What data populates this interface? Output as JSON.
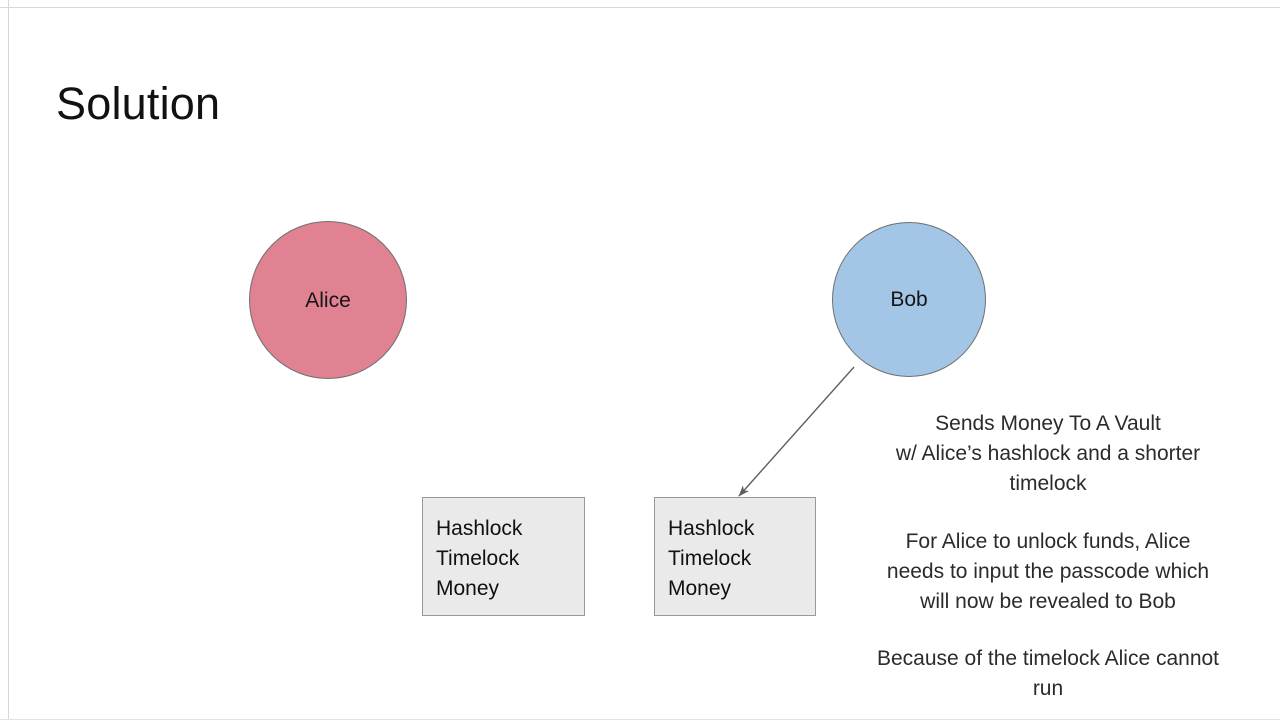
{
  "slide": {
    "title": "Solution",
    "background_color": "#ffffff"
  },
  "actors": [
    {
      "id": "alice",
      "label": "Alice",
      "fill_color": "#e08291",
      "stroke_color": "#6f6f6f"
    },
    {
      "id": "bob",
      "label": "Bob",
      "fill_color": "#a3c6e6",
      "stroke_color": "#6f6f6f"
    }
  ],
  "contracts": [
    {
      "id": "alice-contract",
      "owner": "alice",
      "fill_color": "#eaeaea",
      "stroke_color": "#999999",
      "lines": [
        "Hashlock",
        "Timelock",
        "Money"
      ]
    },
    {
      "id": "bob-contract",
      "owner": "bob",
      "fill_color": "#eaeaea",
      "stroke_color": "#999999",
      "lines": [
        "Hashlock",
        "Timelock",
        "Money"
      ]
    }
  ],
  "connector": {
    "from": "bob",
    "to": "bob-contract",
    "stroke_color": "#5f5f5f",
    "has_arrowhead": true
  },
  "notes": [
    {
      "id": "vault",
      "lines": [
        "Sends Money To A Vault",
        "w/ Alice’s hashlock and a shorter",
        "timelock"
      ]
    },
    {
      "id": "passcode",
      "lines": [
        "For Alice to unlock funds, Alice",
        "needs to input the passcode which",
        "will now be revealed to Bob"
      ]
    },
    {
      "id": "timelock",
      "lines": [
        "Because of the timelock Alice cannot",
        "run"
      ]
    }
  ]
}
